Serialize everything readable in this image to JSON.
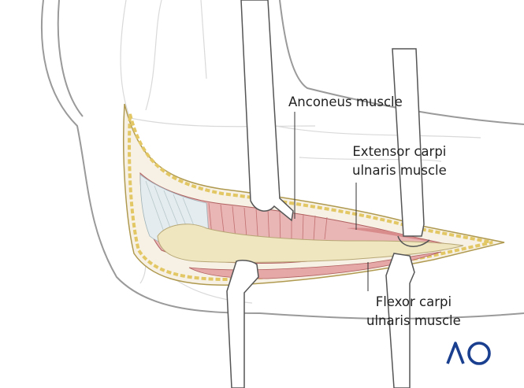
{
  "labels": {
    "anconeus": "Anconeus muscle",
    "extensor_line1": "Extensor carpi",
    "extensor_line2": "ulnaris muscle",
    "flexor_line1": "Flexor carpi",
    "flexor_line2": "ulnaris muscle"
  },
  "logo": {
    "text": "AO",
    "color": "#1a3f8f"
  },
  "colors": {
    "outline": "#8a8a8a",
    "skin_edge": "#d8b84a",
    "muscle": "#d98a8a",
    "muscle_light": "#efc3c3",
    "bone": "#eee6c2",
    "retractor_fill": "#ffffff",
    "retractor_stroke": "#555555"
  }
}
